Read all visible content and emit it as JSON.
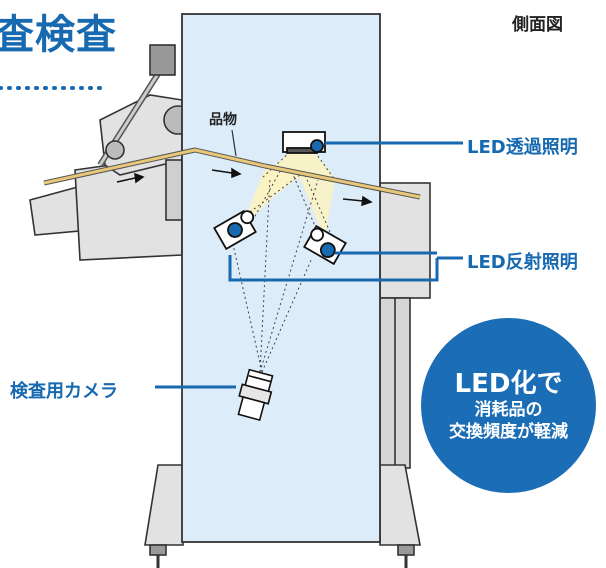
{
  "title": "査検査",
  "side_view_label": "側面図",
  "labels": {
    "item": "品物",
    "transmitted_light": "LED透過照明",
    "reflected_light": "LED反射照明",
    "camera": "検査用カメラ"
  },
  "badge": {
    "line1": "LED化で",
    "line2": "消耗品の",
    "line3": "交換頻度が軽減"
  },
  "colors": {
    "accent": "#1769b0",
    "panel": "#dcecf8",
    "machine": "#e6e6e6",
    "product": "#e8c878",
    "light_cone": "#fbf3c2"
  }
}
